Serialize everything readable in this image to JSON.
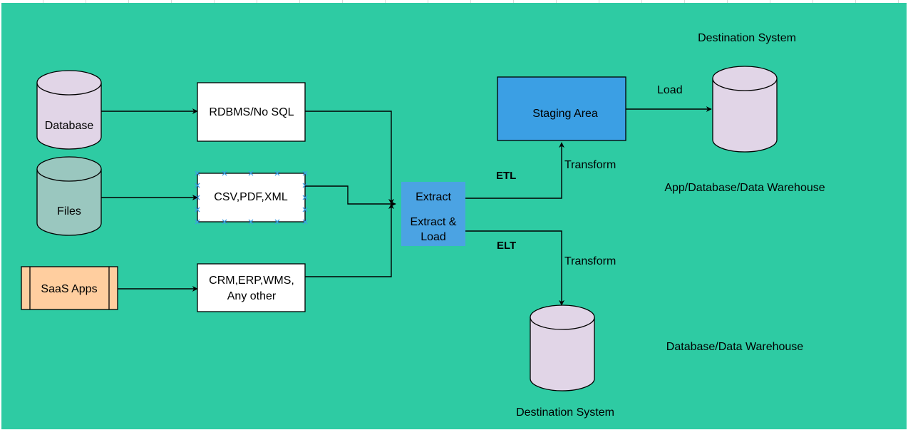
{
  "colors": {
    "background": "#2ecba3",
    "database_fill": "#e1d5e7",
    "files_fill": "#9ac7bf",
    "saas_fill": "#ffce9f",
    "extract_fill": "#4ba3e3",
    "staging_fill": "#3b9fe4",
    "box_fill": "#ffffff",
    "stroke": "#000000"
  },
  "sources": {
    "database": "Database",
    "files": "Files",
    "saas": "SaaS Apps"
  },
  "formats": {
    "rdbms": "RDBMS/No SQL",
    "csv": "CSV,PDF,XML",
    "crm_line1": "CRM,ERP,WMS,",
    "crm_line2": "Any other"
  },
  "extract": {
    "extract": "Extract",
    "extract_load_line1": "Extract &",
    "extract_load_line2": "Load"
  },
  "etl": {
    "label": "ETL",
    "transform": "Transform",
    "staging": "Staging Area",
    "load": "Load",
    "dest_title": "Destination System",
    "dest_caption": "App/Database/Data Warehouse"
  },
  "elt": {
    "label": "ELT",
    "transform": "Transform",
    "dest_caption": "Database/Data Warehouse",
    "dest_title": "Destination System"
  }
}
